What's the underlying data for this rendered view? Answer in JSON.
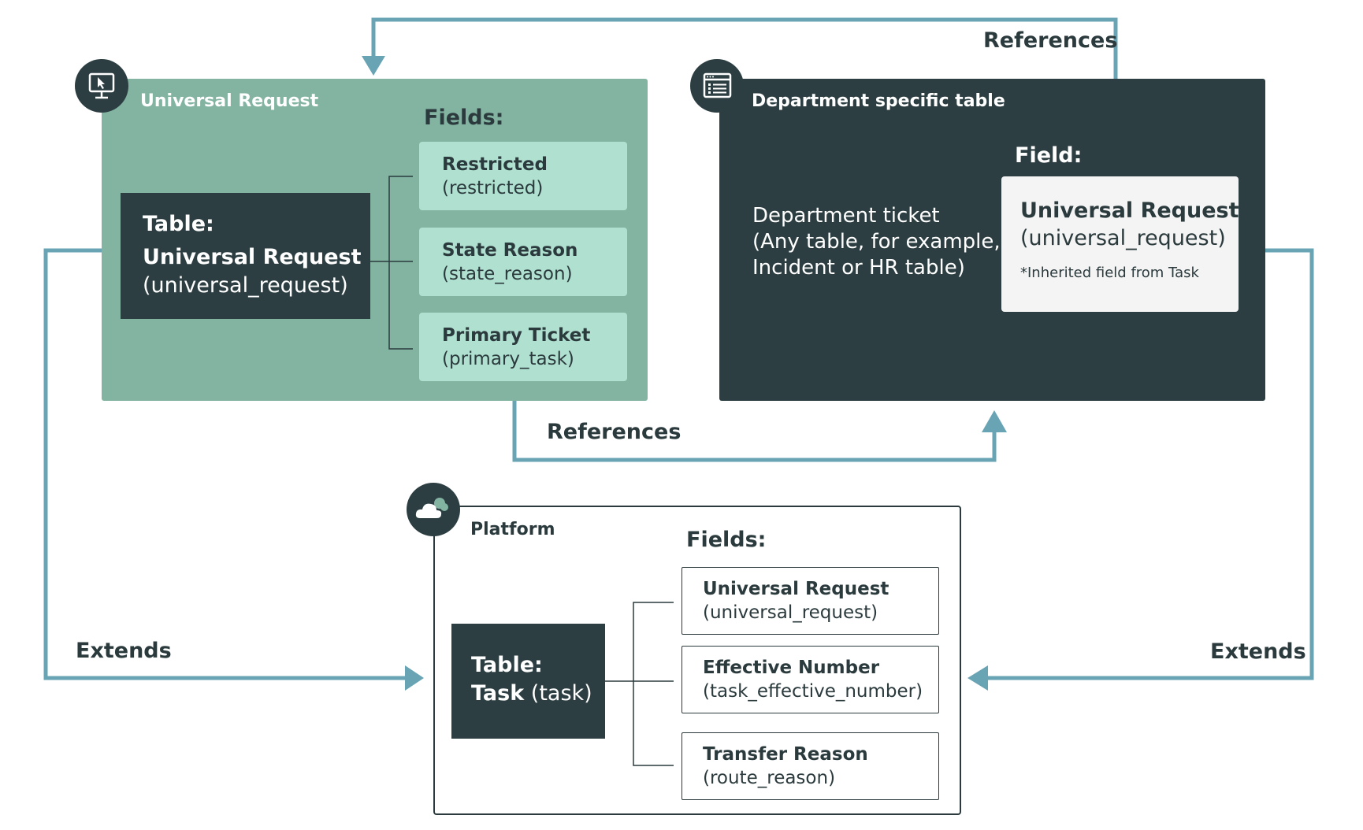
{
  "universal_request_panel": {
    "title": "Universal Request",
    "icon": "computer-cursor-icon",
    "fields_heading": "Fields:",
    "table": {
      "label": "Table:",
      "name": "Universal Request",
      "code": "(universal_request)"
    },
    "fields": [
      {
        "name": "Restricted",
        "code": "(restricted)"
      },
      {
        "name": "State Reason",
        "code": "(state_reason)"
      },
      {
        "name": "Primary Ticket",
        "code": "(primary_task)"
      }
    ]
  },
  "department_panel": {
    "title": "Department specific table",
    "icon": "table-list-icon",
    "description": [
      "Department ticket",
      "(Any table, for example,",
      "Incident or HR table)"
    ],
    "field_heading": "Field:",
    "field": {
      "name": "Universal Request",
      "code": "(universal_request)",
      "note": "*Inherited field from Task"
    }
  },
  "platform_panel": {
    "title": "Platform",
    "icon": "cloud-icon",
    "fields_heading": "Fields:",
    "table": {
      "label": "Table:",
      "name": "Task",
      "code": "(task)"
    },
    "fields": [
      {
        "name": "Universal Request",
        "code": "(universal_request)"
      },
      {
        "name": "Effective Number",
        "code": "(task_effective_number)"
      },
      {
        "name": "Transfer Reason",
        "code": "(route_reason)"
      }
    ]
  },
  "connectors": {
    "references_top": "References",
    "references_middle": "References",
    "extends_left": "Extends",
    "extends_right": "Extends"
  },
  "colors": {
    "connector": "#69a4b4",
    "dark_panel": "#2c3e42",
    "sage_panel": "#83b4a2",
    "mint_field": "#b0e0d0",
    "text_dark": "#2b3a3d"
  }
}
